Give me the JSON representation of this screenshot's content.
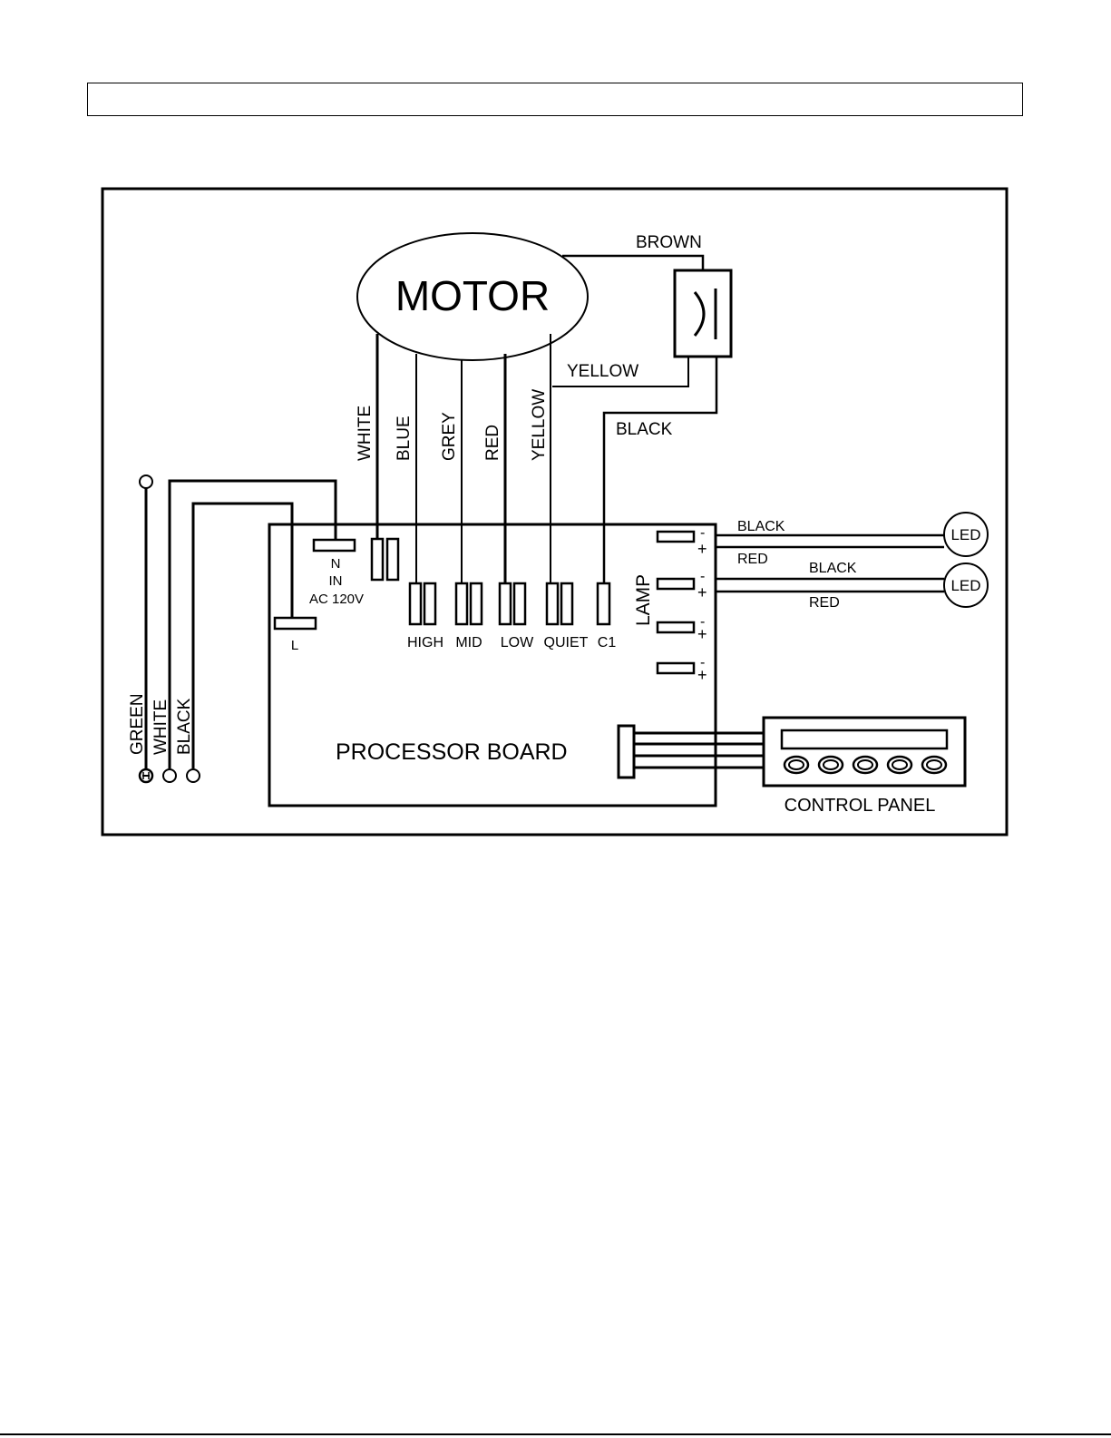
{
  "colors": {
    "line": "#000000",
    "background": "#ffffff"
  },
  "motor": {
    "label": "MOTOR"
  },
  "capacitor_wires": {
    "brown": "BROWN",
    "yellow": "YELLOW",
    "black": "BLACK"
  },
  "motor_wires": [
    "WHITE",
    "BLUE",
    "GREY",
    "RED",
    "YELLOW"
  ],
  "power_wires": [
    "GREEN",
    "WHITE",
    "BLACK"
  ],
  "board": {
    "label": "PROCESSOR BOARD",
    "neutral_terminal": "N",
    "input_label": "IN",
    "voltage_label": "AC 120V",
    "line_terminal": "L",
    "speed_terminals": [
      "HIGH",
      "MID",
      "LOW",
      "QUIET",
      "C1"
    ],
    "lamp_label": "LAMP",
    "polarity": {
      "minus": "-",
      "plus": "+"
    }
  },
  "leds": [
    {
      "label": "LED",
      "wire_neg": "BLACK",
      "wire_pos": "RED"
    },
    {
      "label": "LED",
      "wire_neg": "BLACK",
      "wire_pos": "RED"
    }
  ],
  "control_panel": {
    "label": "CONTROL PANEL",
    "button_count": 5
  },
  "ground_symbol": "⏚"
}
